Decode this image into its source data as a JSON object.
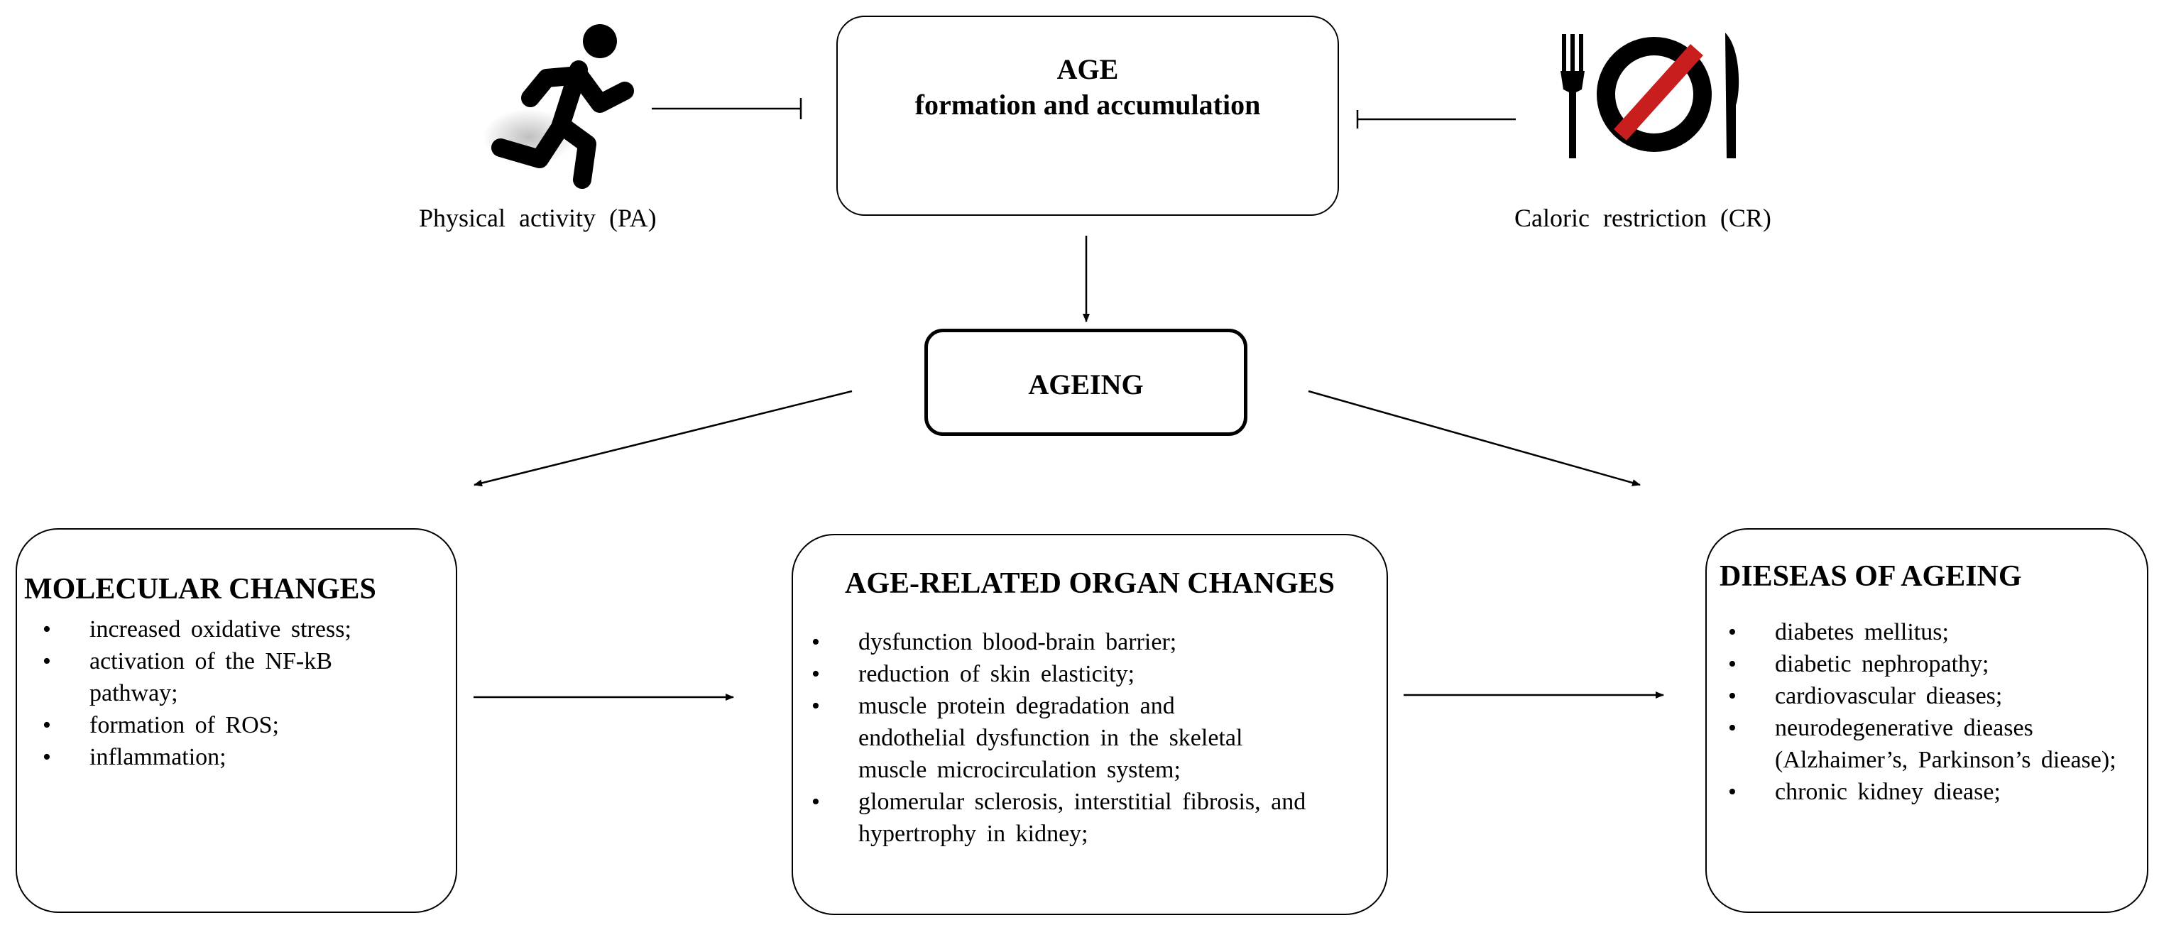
{
  "age_box": {
    "line1": "AGE",
    "line2": "formation and accumulation"
  },
  "physical_activity": {
    "icon": "running-person-icon",
    "caption": "Physical activity (PA)"
  },
  "caloric_restriction": {
    "icon": "no-food-plate-icon",
    "caption": "Caloric restriction (CR)",
    "colors": {
      "strike": "#c81e1e",
      "plate": "#111111"
    }
  },
  "ageing_box": {
    "label": "AGEING"
  },
  "molecular_changes": {
    "title": "MOLECULAR CHANGES",
    "items": [
      "increased oxidative stress;",
      "activation of the NF-kB pathway;",
      "formation of ROS;",
      "inflammation;"
    ]
  },
  "organ_changes": {
    "title": "AGE-RELATED ORGAN CHANGES",
    "items": [
      "dysfunction blood-brain barrier;",
      "reduction of skin elasticity;",
      "muscle protein degradation and endothelial dysfunction in the skeletal muscle microcirculation system;",
      "glomerular sclerosis, interstitial fibrosis, and hypertrophy in kidney;"
    ]
  },
  "diseases_of_ageing": {
    "title": "DIESEAS OF AGEING",
    "items": [
      "diabetes mellitus;",
      "diabetic nephropathy;",
      "cardiovascular dieases;",
      "neurodegenerative dieases (Alzhaimer’s, Parkinson’s diease);",
      "chronic kidney diease;"
    ]
  }
}
